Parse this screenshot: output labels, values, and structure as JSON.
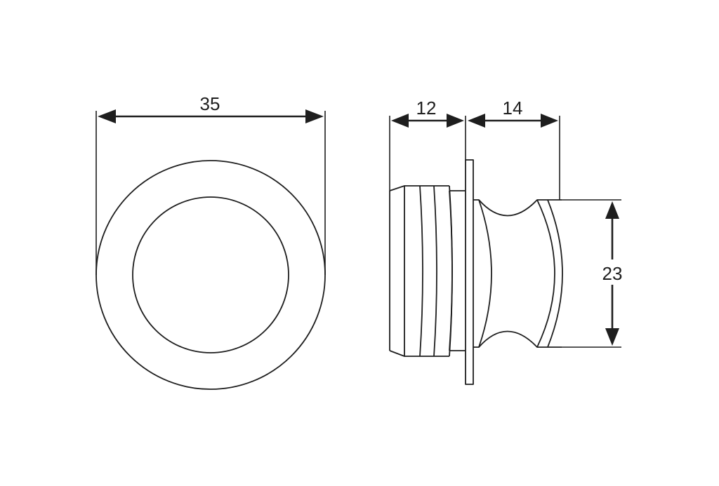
{
  "dimensions": {
    "front_diameter": "35",
    "base_depth": "12",
    "knob_depth": "14",
    "knob_height": "23"
  },
  "colors": {
    "line": "#1e1e1e",
    "background": "#ffffff"
  }
}
